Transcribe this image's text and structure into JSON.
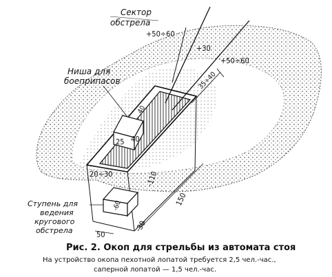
{
  "labels": {
    "sector_line1": "Сектор",
    "sector_line2": "обстрела",
    "niche_line1": "Ниша для",
    "niche_line2": "боеприпасов",
    "step_line1": "Ступень для",
    "step_line2": "ведения",
    "step_line3": "кругового",
    "step_line4": "обстрела"
  },
  "dimensions": {
    "parapet_left": "+50÷60",
    "parapet_right": "+50÷60",
    "parapet_center": "+30",
    "slope": "35÷40",
    "niche_top": "40",
    "niche_side": "25",
    "niche_front": "40",
    "top_width": "20÷30",
    "depth": "-110",
    "length": "150",
    "step_depth": "-60",
    "step_front": "50",
    "step_side": "30"
  },
  "caption": {
    "title": "Рис. 2. Окоп для стрельбы из автомата стоя",
    "line1": "На устройство окопа пехотной лопатой требуется 2,5 чел.-час.,",
    "line2": "саперной лопатой — 1,5 чел.-час."
  }
}
